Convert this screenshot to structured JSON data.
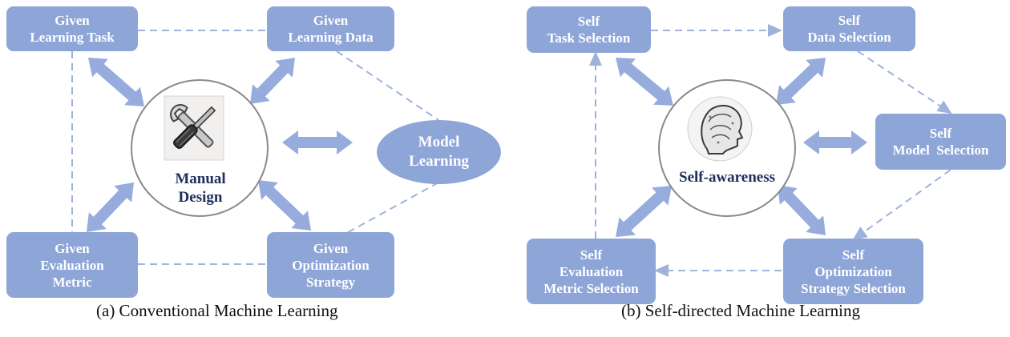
{
  "panel_a": {
    "nodes": {
      "task": [
        "Given",
        "Learning Task"
      ],
      "data": [
        "Given",
        "Learning Data"
      ],
      "metric": [
        "Given",
        "Evaluation",
        "Metric"
      ],
      "strategy": [
        "Given",
        "Optimization",
        "Strategy"
      ],
      "model": [
        "Model",
        "Learning"
      ]
    },
    "hub": {
      "label": [
        "Manual",
        "Design"
      ],
      "icon": "wrench-screwdriver-icon"
    },
    "caption": "(a) Conventional Machine Learning"
  },
  "panel_b": {
    "nodes": {
      "task": [
        "Self",
        "Task Selection"
      ],
      "data": [
        "Self",
        "Data Selection"
      ],
      "model": [
        "Self",
        "Model  Selection"
      ],
      "metric": [
        "Self",
        "Evaluation",
        "Metric Selection"
      ],
      "strategy": [
        "Self",
        "Optimization",
        "Strategy Selection"
      ]
    },
    "hub": {
      "label": "Self-awareness",
      "icon": "brain-head-icon"
    },
    "caption": "(b) Self-directed Machine Learning"
  },
  "colors": {
    "node_fill": "#8ea5d8",
    "arrow_fill": "#96acdd",
    "dashed_line": "#9fb2dc",
    "hub_border": "#8a8a8a",
    "hub_text": "#1f2f5c"
  }
}
